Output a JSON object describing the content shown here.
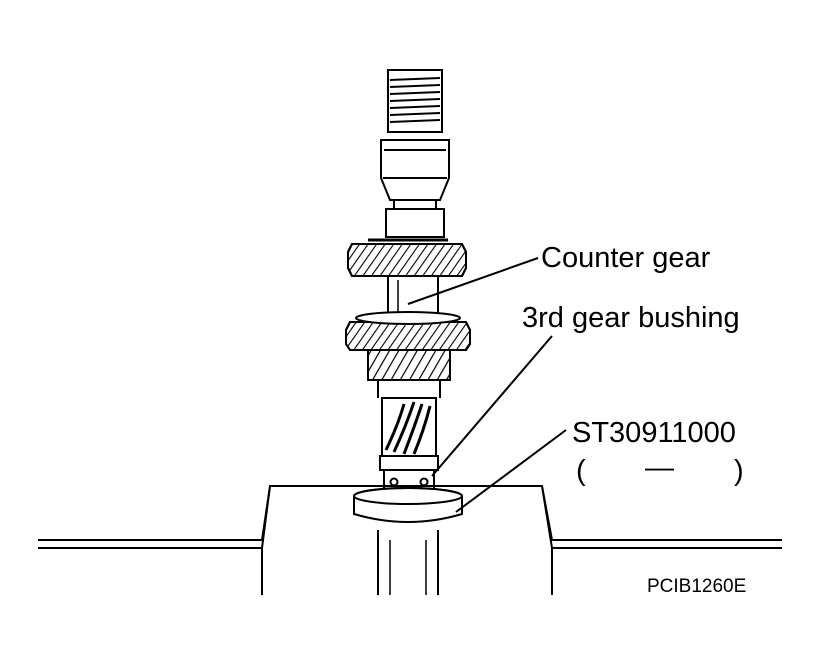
{
  "labels": {
    "counter_gear": "Counter gear",
    "third_gear_bushing": "3rd gear bushing",
    "tool_number": "ST30911000",
    "tool_paren_open": "(",
    "tool_dash": "—",
    "tool_paren_close": ")",
    "figure_code": "PCIB1260E"
  },
  "colors": {
    "line": "#000000",
    "background": "#ffffff"
  }
}
